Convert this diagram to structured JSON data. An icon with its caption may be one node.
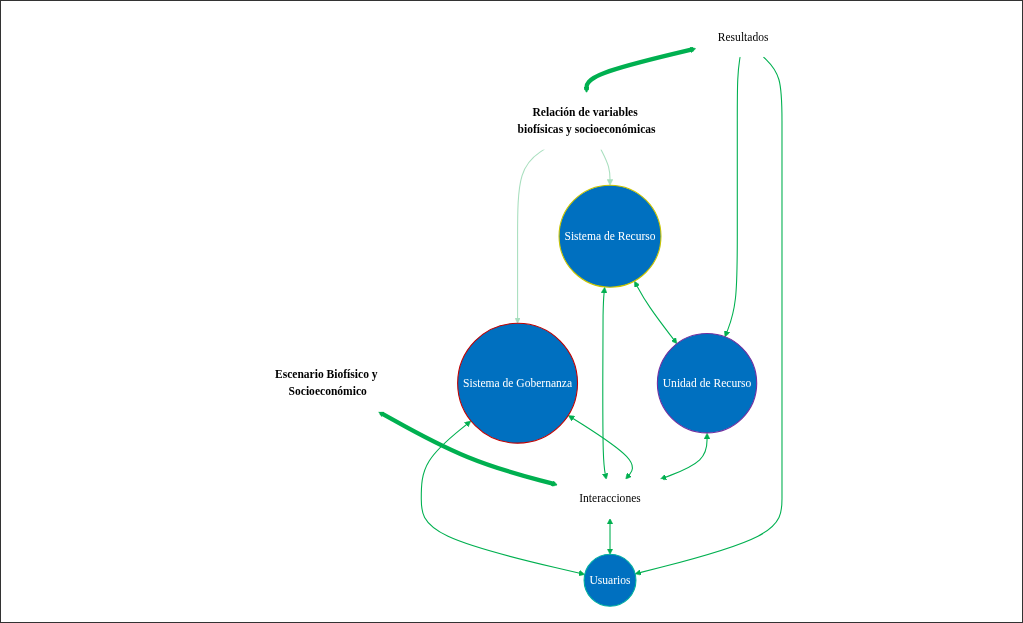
{
  "diagram": {
    "nodes": [
      {
        "text": [
          "Escenario Biofísico y Socioeconómico"
        ]
      },
      {
        "text": [
          "Sistema de Recurso"
        ]
      },
      {
        "text": [
          "Sistema de Gobernanza"
        ]
      },
      {
        "text": [
          "Unidad de Recurso"
        ]
      },
      {
        "text": [
          "Interacciones"
        ]
      },
      {
        "text": [
          "Usuarios"
        ]
      },
      {
        "text": [
          "Resultados"
        ]
      },
      {
        "text": [
          "Relación de variables biofísicas y socioeconómicas"
        ]
      }
    ],
    "edges": [
      {
        "from": 0,
        "to": 4,
        "arrow": "both",
        "style": "thick"
      },
      {
        "from": 1,
        "to": 3,
        "arrow": "both"
      },
      {
        "from": 2,
        "to": 5,
        "arrow": "both"
      },
      {
        "from": 1,
        "to": 4,
        "arrow": "both"
      },
      {
        "from": 2,
        "to": 4,
        "arrow": "both"
      },
      {
        "from": 3,
        "to": 4,
        "arrow": "both"
      },
      {
        "from": 4,
        "to": 5,
        "arrow": "both"
      },
      {
        "from": 6,
        "to": 3,
        "arrow": "to"
      },
      {
        "from": 6,
        "to": 5,
        "arrow": "to"
      },
      {
        "from": 6,
        "to": 7,
        "arrow": "both",
        "style": "thick"
      },
      {
        "from": 7,
        "to": 1,
        "arrow": "to",
        "color": "#a9dfbf"
      },
      {
        "from": 7,
        "to": 2,
        "arrow": "to",
        "color": "#a9dfbf"
      }
    ]
  }
}
